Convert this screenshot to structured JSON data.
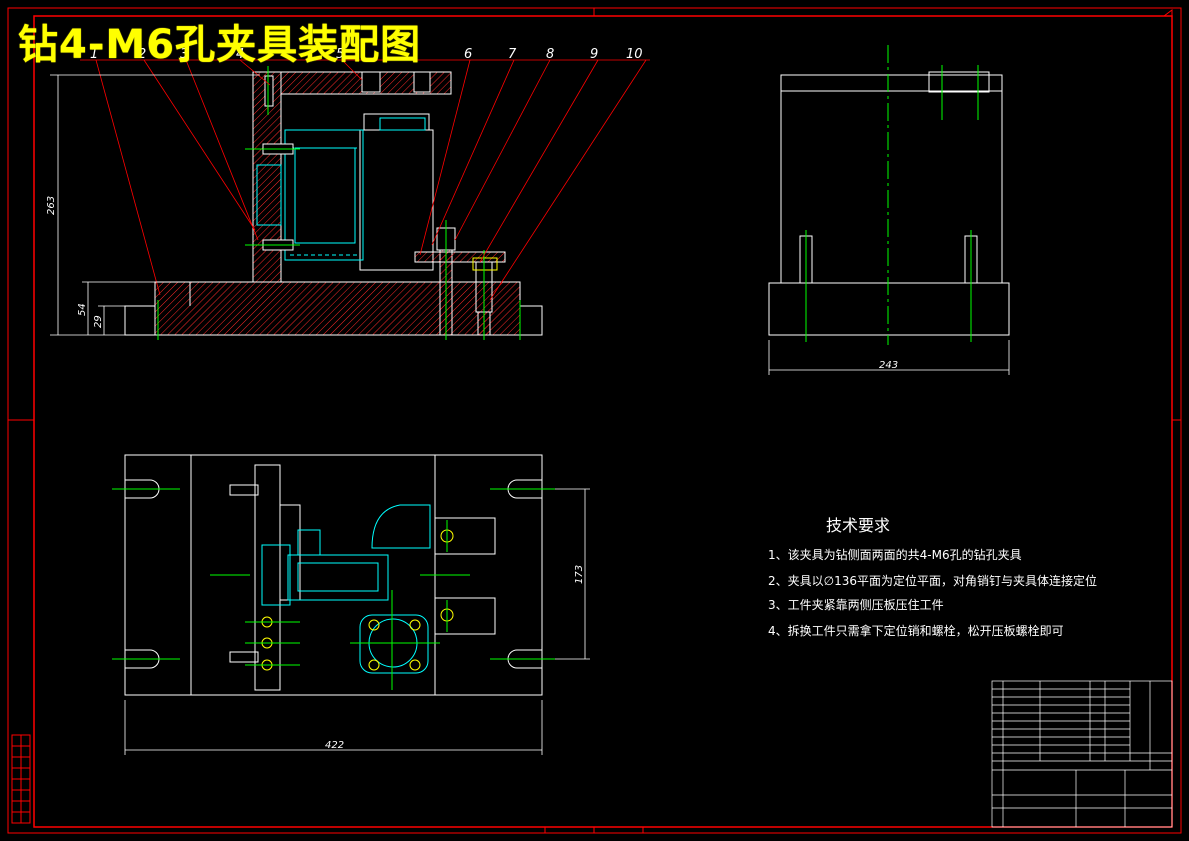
{
  "drawing": {
    "title": "钻4-M6孔夹具装配图",
    "part_labels": [
      "1",
      "2",
      "3",
      "4",
      "5",
      "6",
      "7",
      "8",
      "9",
      "10"
    ],
    "dimensions": {
      "front_height": "263",
      "front_base": "54",
      "front_base_small": "29",
      "side_width": "243",
      "top_width": "422",
      "top_height": "173"
    },
    "technical_requirements": {
      "heading": "技术要求",
      "items": [
        "1、该夹具为钻侧面两面的共4-M6孔的钻孔夹具",
        "2、夹具以∅136平面为定位平面，对角销钉与夹具体连接定位",
        "3、工件夹紧靠两侧压板压住工件",
        "4、拆换工件只需拿下定位销和螺栓，松开压板螺栓即可"
      ]
    },
    "colors": {
      "background": "#000000",
      "border": "#ff0000",
      "outline": "#ffffff",
      "center_line": "#00ff00",
      "part_cyan": "#00ffff",
      "title": "#ffff00"
    }
  }
}
